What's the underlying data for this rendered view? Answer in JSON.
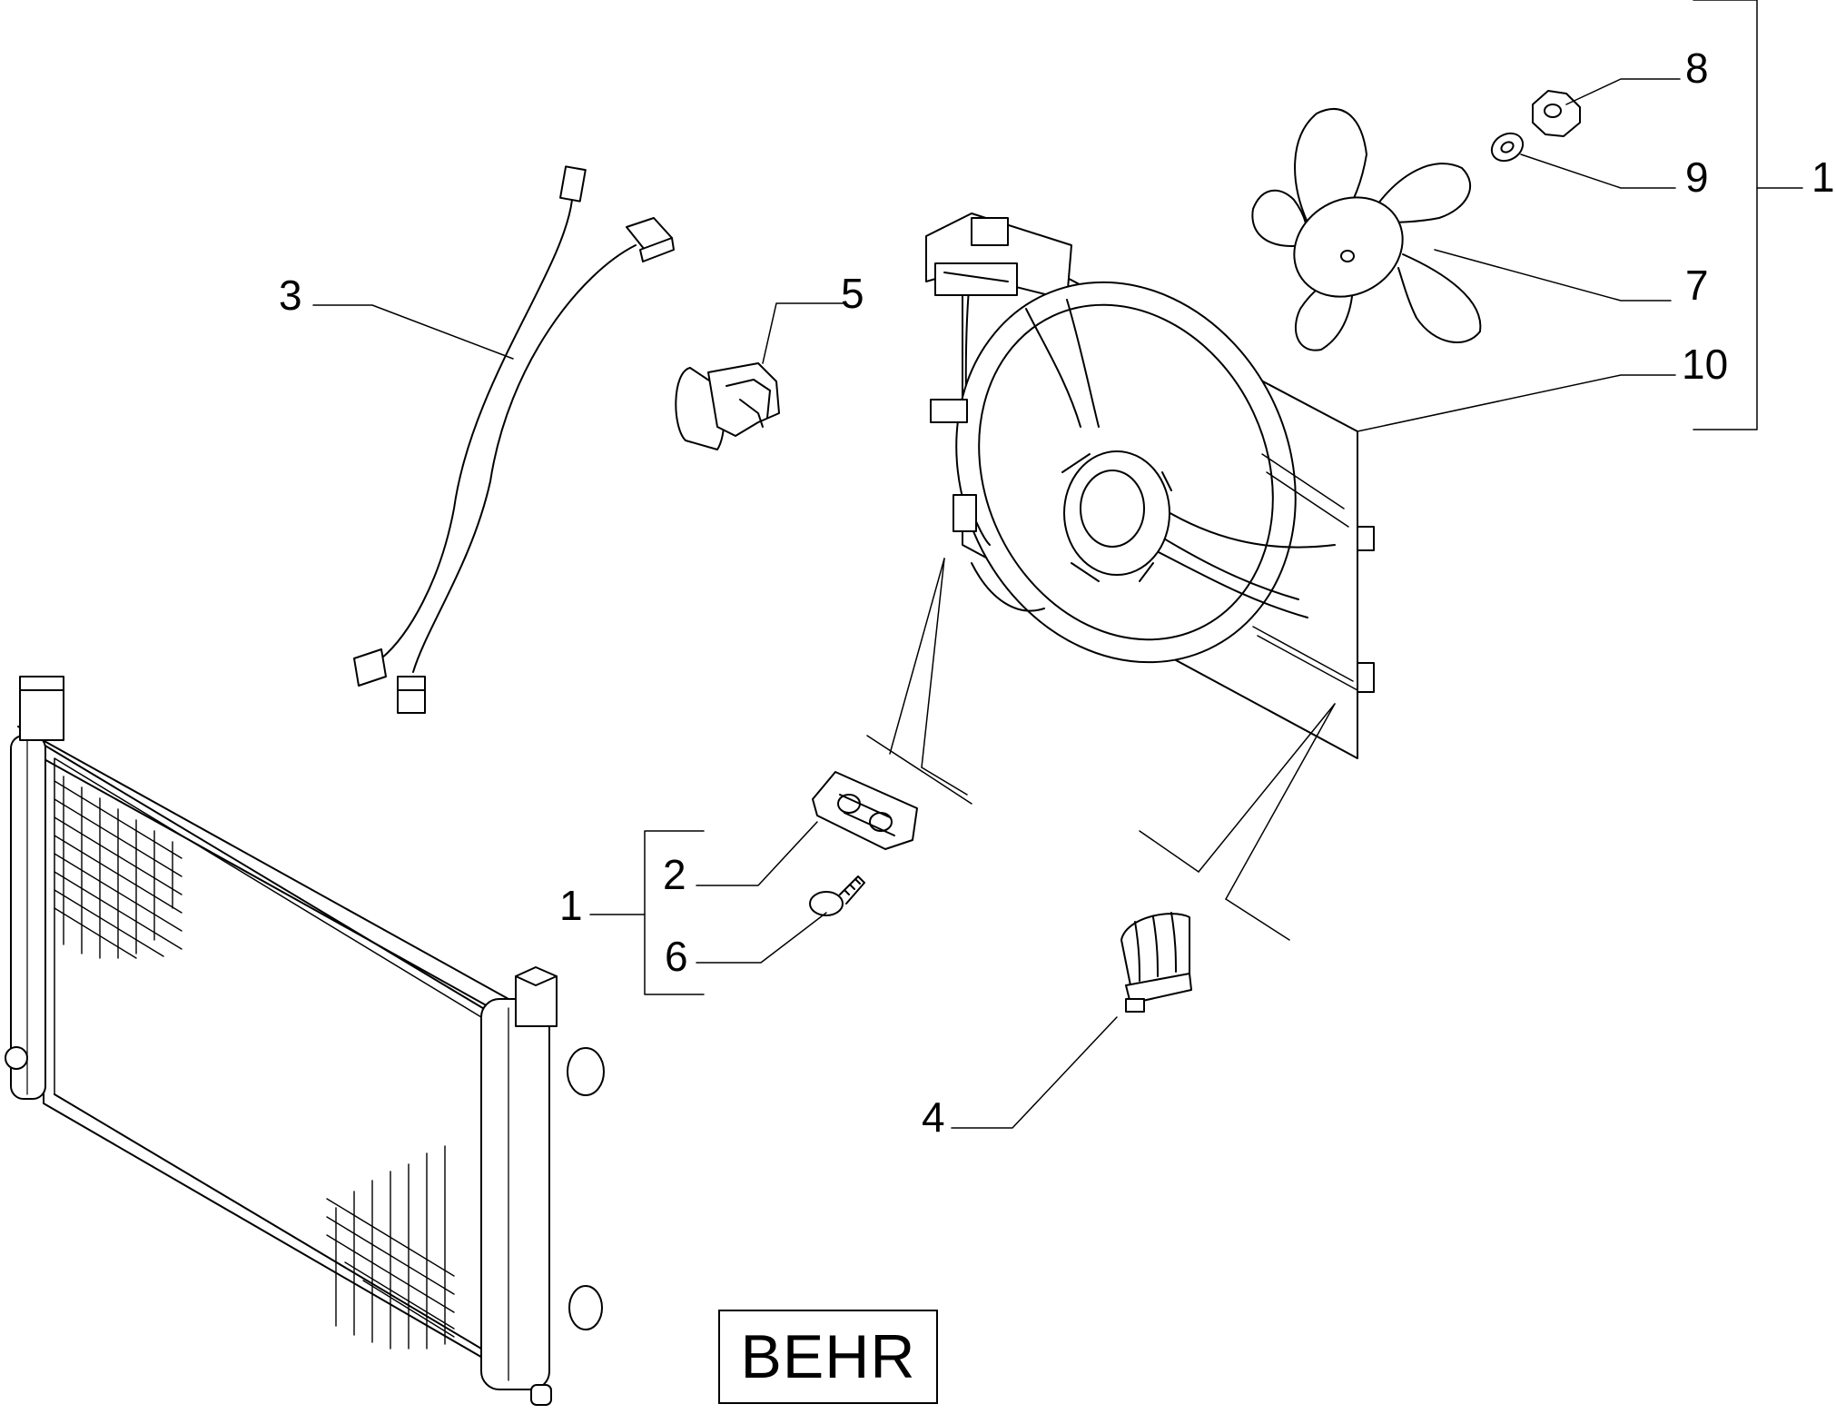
{
  "diagram": {
    "brand": "BEHR",
    "callouts": {
      "c3": "3",
      "c5": "5",
      "c8": "8",
      "c9": "9",
      "c1_right": "1",
      "c7": "7",
      "c10": "10",
      "c2": "2",
      "c1_left": "1",
      "c6": "6",
      "c4": "4"
    }
  }
}
